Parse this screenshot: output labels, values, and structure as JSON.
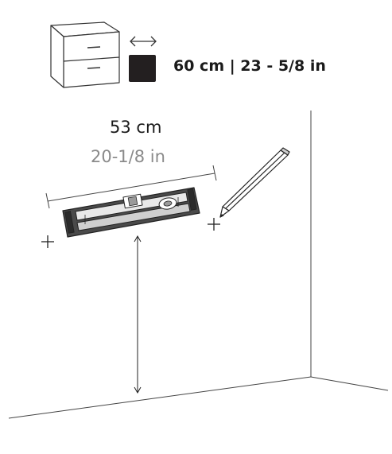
{
  "header": {
    "size_label": "60 cm | 23 - 5/8 in",
    "swatch_color": "#231f20",
    "icons": [
      "vanity-cabinet-icon",
      "width-arrow-icon",
      "color-swatch"
    ]
  },
  "measurement": {
    "width_cm": "53 cm",
    "width_in": "20-1/8 in"
  },
  "illustration": {
    "items": [
      "spirit-level",
      "pencil",
      "wall-corner",
      "floor-line",
      "height-arrow",
      "mark-crosses"
    ]
  }
}
